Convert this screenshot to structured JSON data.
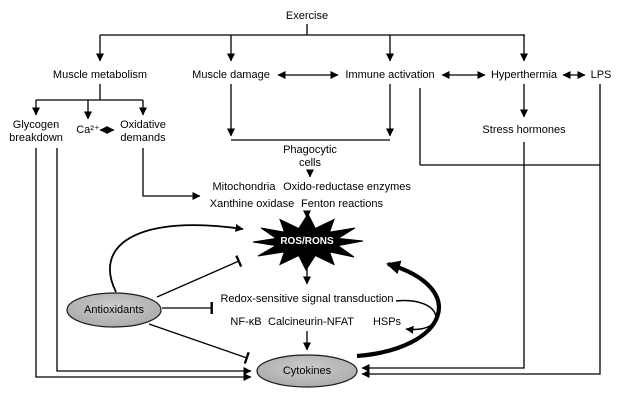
{
  "diagram_title": "Exercise-induced ROS/RONS and cytokine signalling diagram",
  "nodes": {
    "exercise": {
      "label": "Exercise"
    },
    "muscle_metabolism": {
      "label": "Muscle metabolism"
    },
    "muscle_damage": {
      "label": "Muscle damage"
    },
    "immune_activation": {
      "label": "Immune activation"
    },
    "hyperthermia": {
      "label": "Hyperthermia"
    },
    "lps": {
      "label": "LPS"
    },
    "glycogen_breakdown": {
      "lines": [
        "Glycogen",
        "breakdown"
      ]
    },
    "calcium": {
      "label": "Ca²⁺"
    },
    "oxidative_demands": {
      "lines": [
        "Oxidative",
        "demands"
      ]
    },
    "stress_hormones": {
      "label": "Stress hormones"
    },
    "phagocytic_cells": {
      "lines": [
        "Phagocytic",
        "cells"
      ]
    },
    "mitochondria": {
      "label": "Mitochondria"
    },
    "oxido_reductase": {
      "label": "Oxido-reductase enzymes"
    },
    "xanthine_oxidase": {
      "label": "Xanthine oxidase"
    },
    "fenton_reactions": {
      "label": "Fenton reactions"
    },
    "ros_rons": {
      "label": "ROS/RONS"
    },
    "redox_signal": {
      "label": "Redox-sensitive signal transduction"
    },
    "nfkb": {
      "label": "NF-κB"
    },
    "calcineurin_nfat": {
      "label": "Calcineurin-NFAT"
    },
    "hsps": {
      "label": "HSPs"
    },
    "antioxidants": {
      "label": "Antioxidants"
    },
    "cytokines": {
      "label": "Cytokines"
    }
  },
  "colors": {
    "background": "#ffffff",
    "line": "#000000",
    "text": "#000000",
    "starburst_fill": "#000000",
    "starburst_text": "#ffffff",
    "ellipse_fill_center": "#cccccc",
    "ellipse_fill_edge": "#a3a3a3",
    "ellipse_border": "#1a1a1a"
  }
}
